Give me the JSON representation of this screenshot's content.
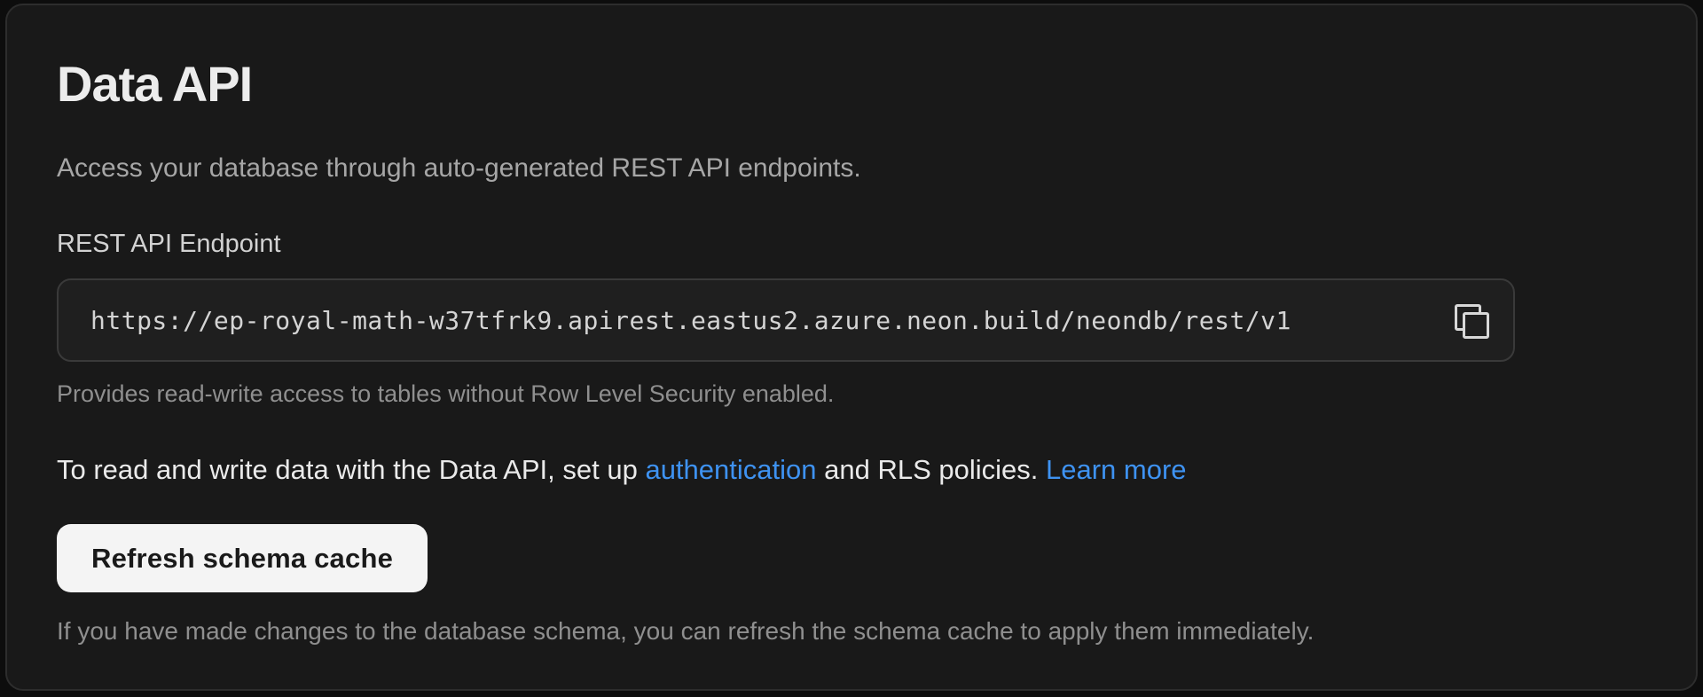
{
  "colors": {
    "page_background": "#0d0d0d",
    "card_background": "#191919",
    "card_border": "#2d2d2d",
    "input_background": "#1f1f1f",
    "input_border": "#3a3a3a",
    "icon_stroke": "#d8d8d8",
    "link_blue": "#3e92f1",
    "button_background": "#f4f4f4",
    "button_text": "#1a1a1a",
    "heading_text": "#ececec",
    "body_text": "#eaeaea",
    "muted_text": "#8f8f8f"
  },
  "card": {
    "title": "Data API",
    "subtitle": "Access your database through auto-generated REST API endpoints.",
    "endpoint": {
      "label": "REST API Endpoint",
      "url": "https://ep-royal-math-w37tfrk9.apirest.eastus2.azure.neon.build/neondb/rest/v1",
      "copy_icon": "copy-icon",
      "helper": "Provides read-write access to tables without Row Level Security enabled."
    },
    "rls_note": {
      "text_before": "To read and write data with the Data API, set up ",
      "auth_link_label": "authentication",
      "text_between": " and RLS policies. ",
      "learn_more_label": "Learn more"
    },
    "schema_cache": {
      "button_label": "Refresh schema cache",
      "helper": "If you have made changes to the database schema, you can refresh the schema cache to apply them immediately."
    }
  }
}
